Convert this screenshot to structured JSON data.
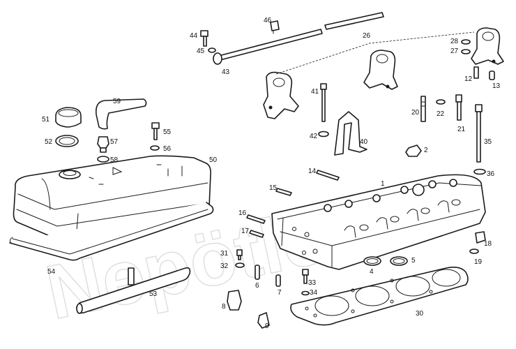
{
  "watermark": "Nepötler",
  "labels": {
    "p1": "1",
    "p2": "2",
    "p4": "4",
    "p5": "5",
    "p6": "6",
    "p7": "7",
    "p8": "8",
    "p9": "9",
    "p12": "12",
    "p13": "13",
    "p14": "14",
    "p15": "15",
    "p16": "16",
    "p17": "17",
    "p18": "18",
    "p19": "19",
    "p20": "20",
    "p21": "21",
    "p22": "22",
    "p26": "26",
    "p27": "27",
    "p28": "28",
    "p30": "30",
    "p31": "31",
    "p32": "32",
    "p33": "33",
    "p34": "34",
    "p35": "35",
    "p36": "36",
    "p40": "40",
    "p41": "41",
    "p42": "42",
    "p43": "43",
    "p44": "44",
    "p45": "45",
    "p46": "46",
    "p50": "50",
    "p51": "51",
    "p52": "52",
    "p53": "53",
    "p54": "54",
    "p55": "55",
    "p56": "56",
    "p57": "57",
    "p58": "58",
    "p59": "59"
  }
}
